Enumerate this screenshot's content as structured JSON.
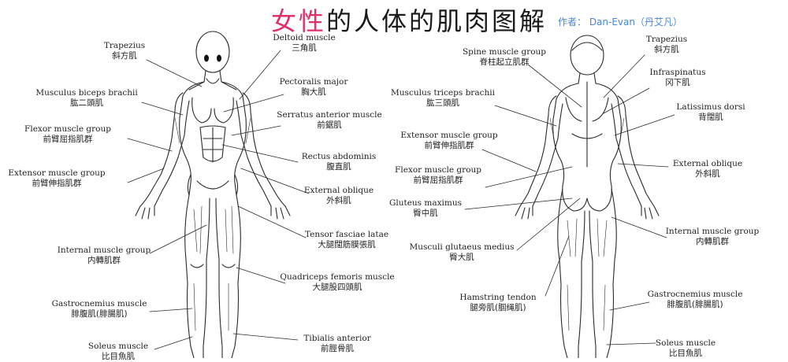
{
  "title": {
    "highlight": "女性",
    "rest": "的人体的肌肉图解"
  },
  "author": "作者： Dan-Evan（丹艾凡）",
  "front_labels": [
    {
      "key": "trapezius",
      "en": "Trapezius",
      "zh": "斜方肌"
    },
    {
      "key": "biceps",
      "en": "Musculus biceps brachii",
      "zh": "肱二頭肌"
    },
    {
      "key": "flexor",
      "en": "Flexor muscle group",
      "zh": "前臂屈指肌群"
    },
    {
      "key": "extensor",
      "en": "Extensor muscle group",
      "zh": "前臂伸指肌群"
    },
    {
      "key": "internal",
      "en": "Internal muscle group",
      "zh": "内轉肌群"
    },
    {
      "key": "gastro",
      "en": "Gastrocnemius muscle",
      "zh": "腓腹肌(腓腸肌)"
    },
    {
      "key": "soleus",
      "en": "Soleus muscle",
      "zh": "比目魚肌"
    },
    {
      "key": "deltoid",
      "en": "Deltoid muscle",
      "zh": "三角肌"
    },
    {
      "key": "pectoralis",
      "en": "Pectoralis major",
      "zh": "胸大肌"
    },
    {
      "key": "serratus",
      "en": "Serratus anterior muscle",
      "zh": "前鋸肌"
    },
    {
      "key": "rectus",
      "en": "Rectus abdominis",
      "zh": "腹直肌"
    },
    {
      "key": "extoblique",
      "en": "External oblique",
      "zh": "外斜肌"
    },
    {
      "key": "tensor",
      "en": "Tensor fasciae latae",
      "zh": "大腿闊筋膜張肌"
    },
    {
      "key": "quad",
      "en": "Quadriceps femoris muscle",
      "zh": "大腿股四頭肌"
    },
    {
      "key": "tibialis",
      "en": "Tibialis anterior",
      "zh": "前脛骨肌"
    }
  ],
  "back_labels": [
    {
      "key": "spine",
      "en": "Spine muscle group",
      "zh": "脊柱起立肌群"
    },
    {
      "key": "triceps",
      "en": "Musculus triceps brachii",
      "zh": "肱三頭肌"
    },
    {
      "key": "bextensor",
      "en": "Extensor muscle group",
      "zh": "前臂伸指肌群"
    },
    {
      "key": "bflexor",
      "en": "Flexor muscle group",
      "zh": "前臂屈指肌群"
    },
    {
      "key": "gmax",
      "en": "Gluteus maximus",
      "zh": "臀中肌"
    },
    {
      "key": "gmed",
      "en": "Musculi glutaeus medius",
      "zh": "臀大肌"
    },
    {
      "key": "hamstring",
      "en": "Hamstring tendon",
      "zh": "腿旁肌(腘绳肌)"
    },
    {
      "key": "btrapezius",
      "en": "Trapezius",
      "zh": "斜方肌"
    },
    {
      "key": "infra",
      "en": "Infraspinatus",
      "zh": "冈下肌"
    },
    {
      "key": "latissimus",
      "en": "Latissimus dorsi",
      "zh": "背闊肌"
    },
    {
      "key": "bextoblique",
      "en": "External oblique",
      "zh": "外斜肌"
    },
    {
      "key": "binternal",
      "en": "Internal muscle group",
      "zh": "内轉肌群"
    },
    {
      "key": "bgastro",
      "en": "Gastrocnemius muscle",
      "zh": "腓腹肌(腓腸肌)"
    },
    {
      "key": "bsoleus",
      "en": "Soleus muscle",
      "zh": "比目魚肌"
    }
  ]
}
